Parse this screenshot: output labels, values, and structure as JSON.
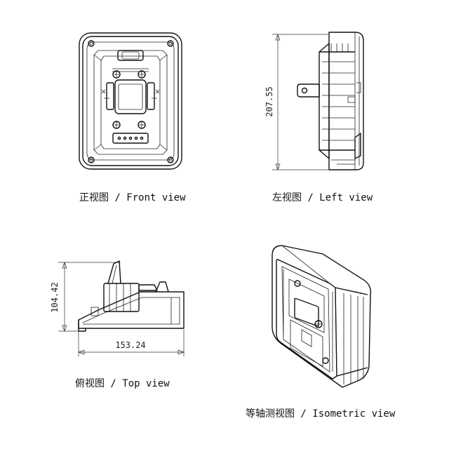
{
  "views": {
    "front": {
      "caption": "正视图 / Front view"
    },
    "left": {
      "caption": "左视图 / Left view",
      "dimension": "207.55"
    },
    "top": {
      "caption": "俯视图 / Top view",
      "dimension_height": "104.42",
      "dimension_width": "153.24"
    },
    "iso": {
      "caption": "等轴测视图 / Isometric view"
    }
  }
}
